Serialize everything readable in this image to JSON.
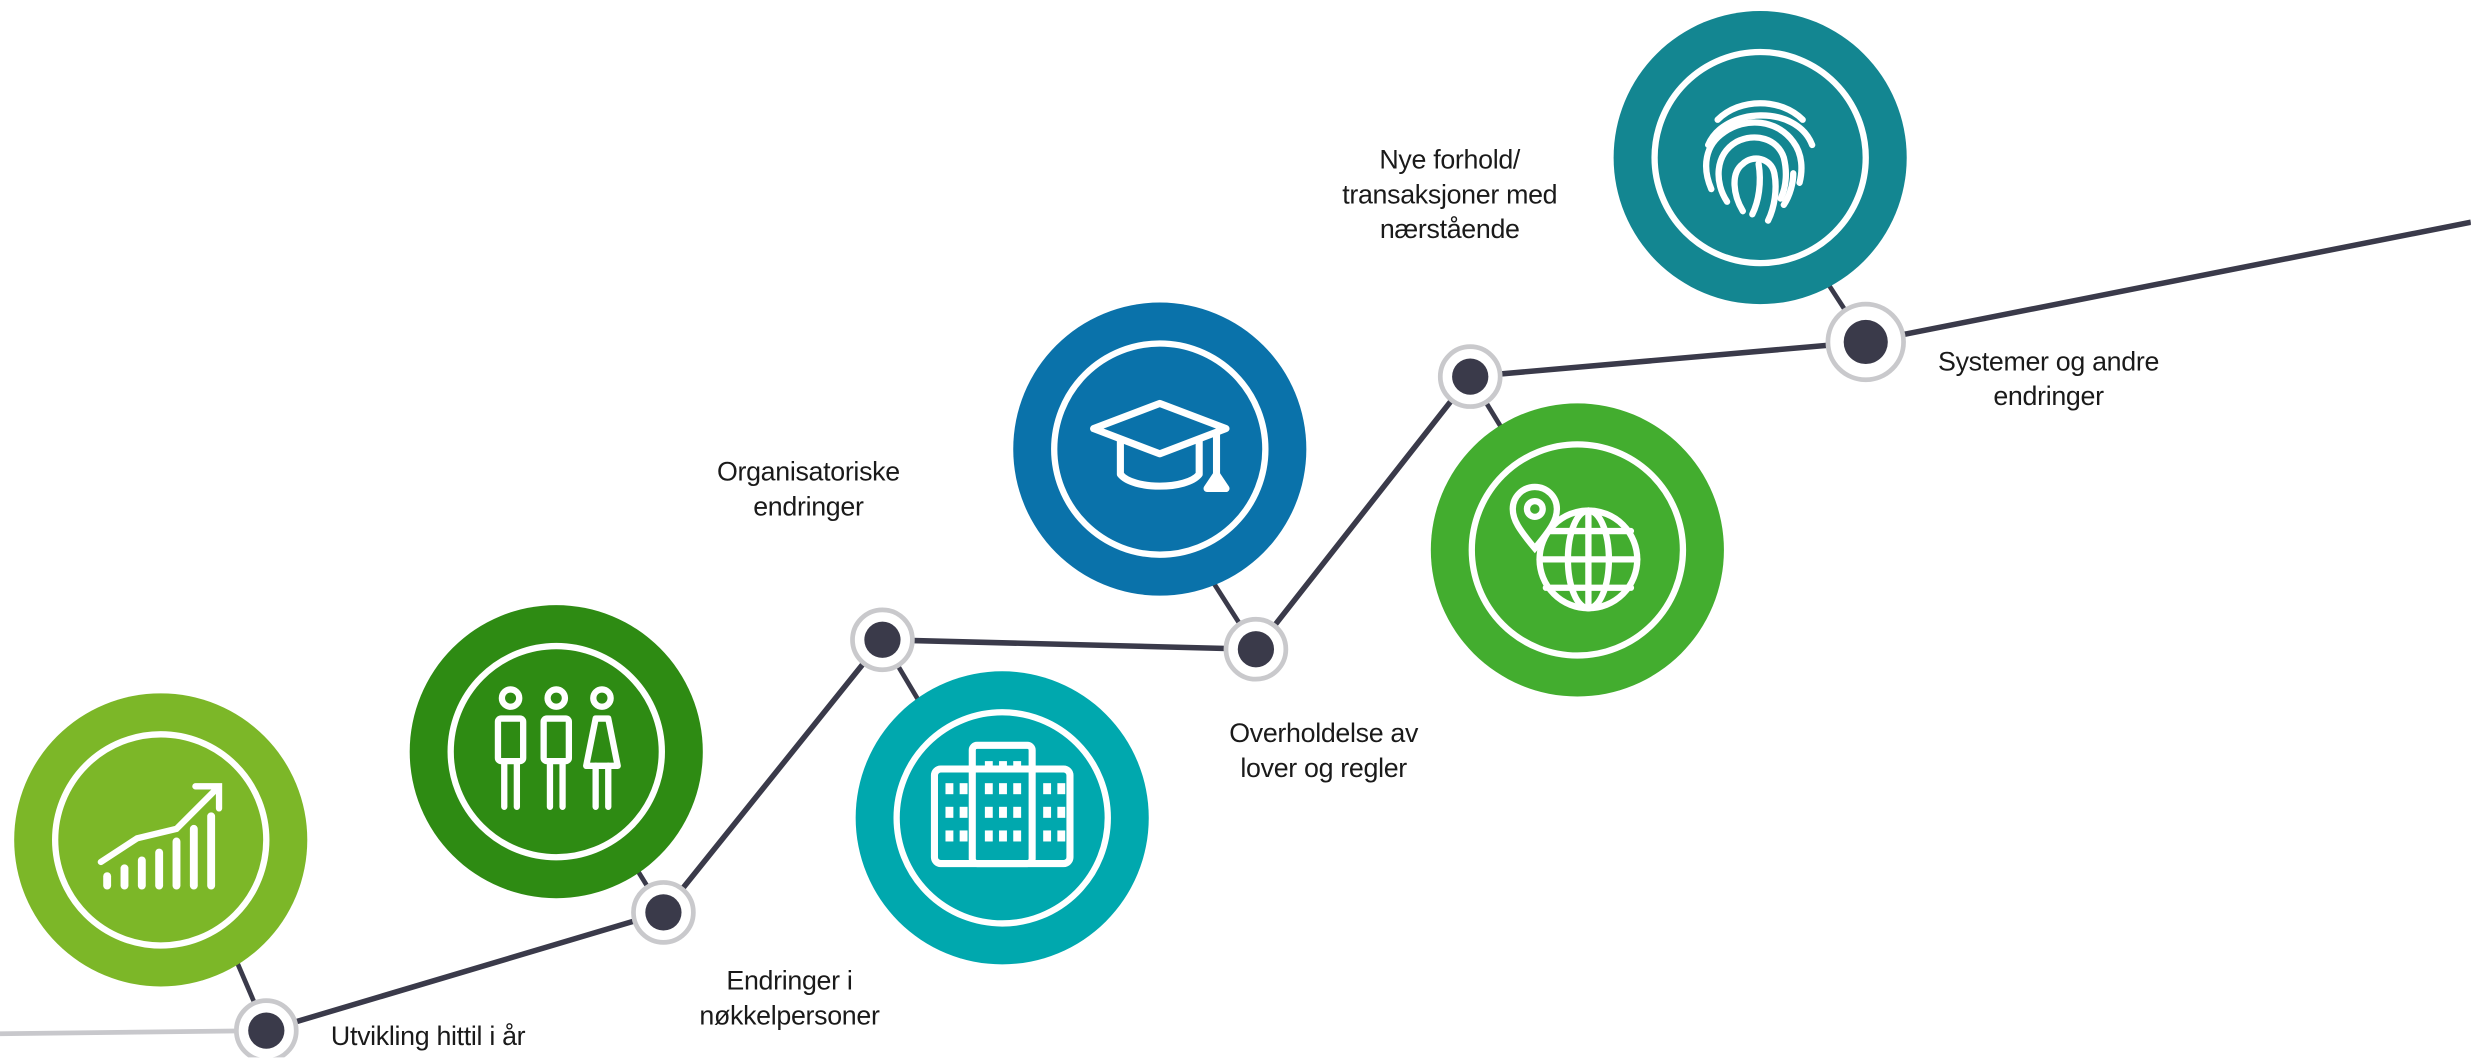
{
  "colors": {
    "line": "#3a3a4a",
    "line_faded": "#c8c8cc",
    "node_dot": "#3a3a4a",
    "node_ring": "#c9c9cc",
    "icon": "#ffffff"
  },
  "steps": [
    {
      "id": "utvikling",
      "label_lines": [
        "Utvikling hittil i år"
      ],
      "icon": "growth-chart-icon",
      "color": "#7cb728"
    },
    {
      "id": "nokkelpersoner",
      "label_lines": [
        "Endringer i",
        "nøkkelpersoner"
      ],
      "icon": "people-icon",
      "color": "#2e8b13"
    },
    {
      "id": "organisatoriske",
      "label_lines": [
        "Organisatoriske",
        "endringer"
      ],
      "icon": "buildings-icon",
      "color": "#00a8ae"
    },
    {
      "id": "overholdelse",
      "label_lines": [
        "Overholdelse av",
        "lover og regler"
      ],
      "icon": "graduation-cap-icon",
      "color": "#0a72aa"
    },
    {
      "id": "nye-forhold",
      "label_lines": [
        "Nye forhold/",
        "transaksjoner med",
        "nærstående"
      ],
      "icon": "globe-pin-icon",
      "color": "#43ad2f"
    },
    {
      "id": "systemer",
      "label_lines": [
        "Systemer og andre",
        "endringer"
      ],
      "icon": "fingerprint-icon",
      "color": "#138691"
    }
  ]
}
